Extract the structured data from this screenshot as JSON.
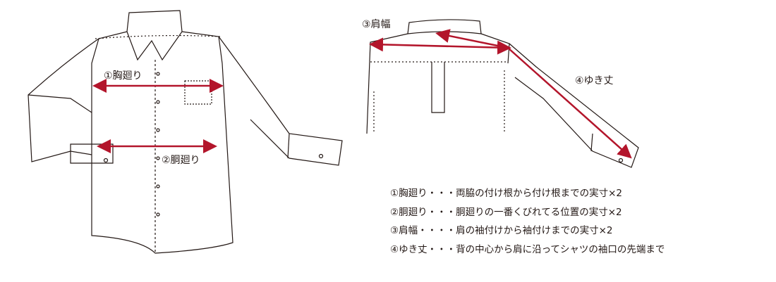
{
  "labels": {
    "chest": "①胸廻り",
    "waist": "②胴廻り",
    "shoulder": "③肩幅",
    "sleeve": "④ゆき丈"
  },
  "legend": [
    "①胸廻り・・・両脇の付け根から付け根までの実寸×2",
    "②胴廻り・・・胴廻りの一番くびれてる位置の実寸×2",
    "③肩幅・・・・肩の袖付けから袖付けまでの実寸×2",
    "④ゆき丈・・・背の中心から肩に沿ってシャツの袖口の先端まで"
  ],
  "colors": {
    "arrow": "#b3152b",
    "line": "#231815"
  }
}
